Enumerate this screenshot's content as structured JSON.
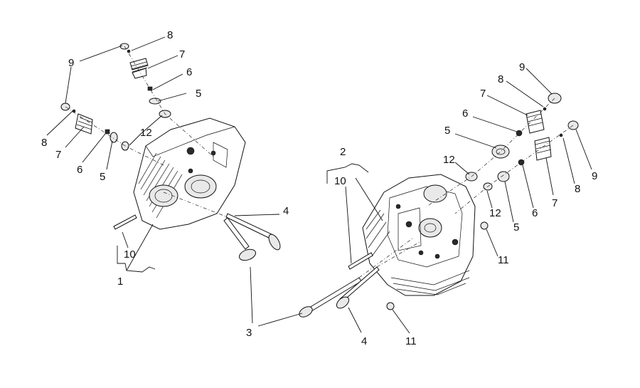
{
  "diagram": {
    "callouts": {
      "c1": "1",
      "c2": "2",
      "c3": "3",
      "c4a": "4",
      "c4b": "4",
      "c5a": "5",
      "c5b": "5",
      "c5c": "5",
      "c5d": "5",
      "c6a": "6",
      "c6b": "6",
      "c6c": "6",
      "c6d": "6",
      "c7a": "7",
      "c7b": "7",
      "c7c": "7",
      "c7d": "7",
      "c8a": "8",
      "c8b": "8",
      "c8c": "8",
      "c8d": "8",
      "c9a": "9",
      "c9b": "9",
      "c9c": "9",
      "c10a": "10",
      "c10b": "10",
      "c11a": "11",
      "c11b": "11",
      "c12a": "12",
      "c12b": "12",
      "c12c": "12"
    }
  }
}
